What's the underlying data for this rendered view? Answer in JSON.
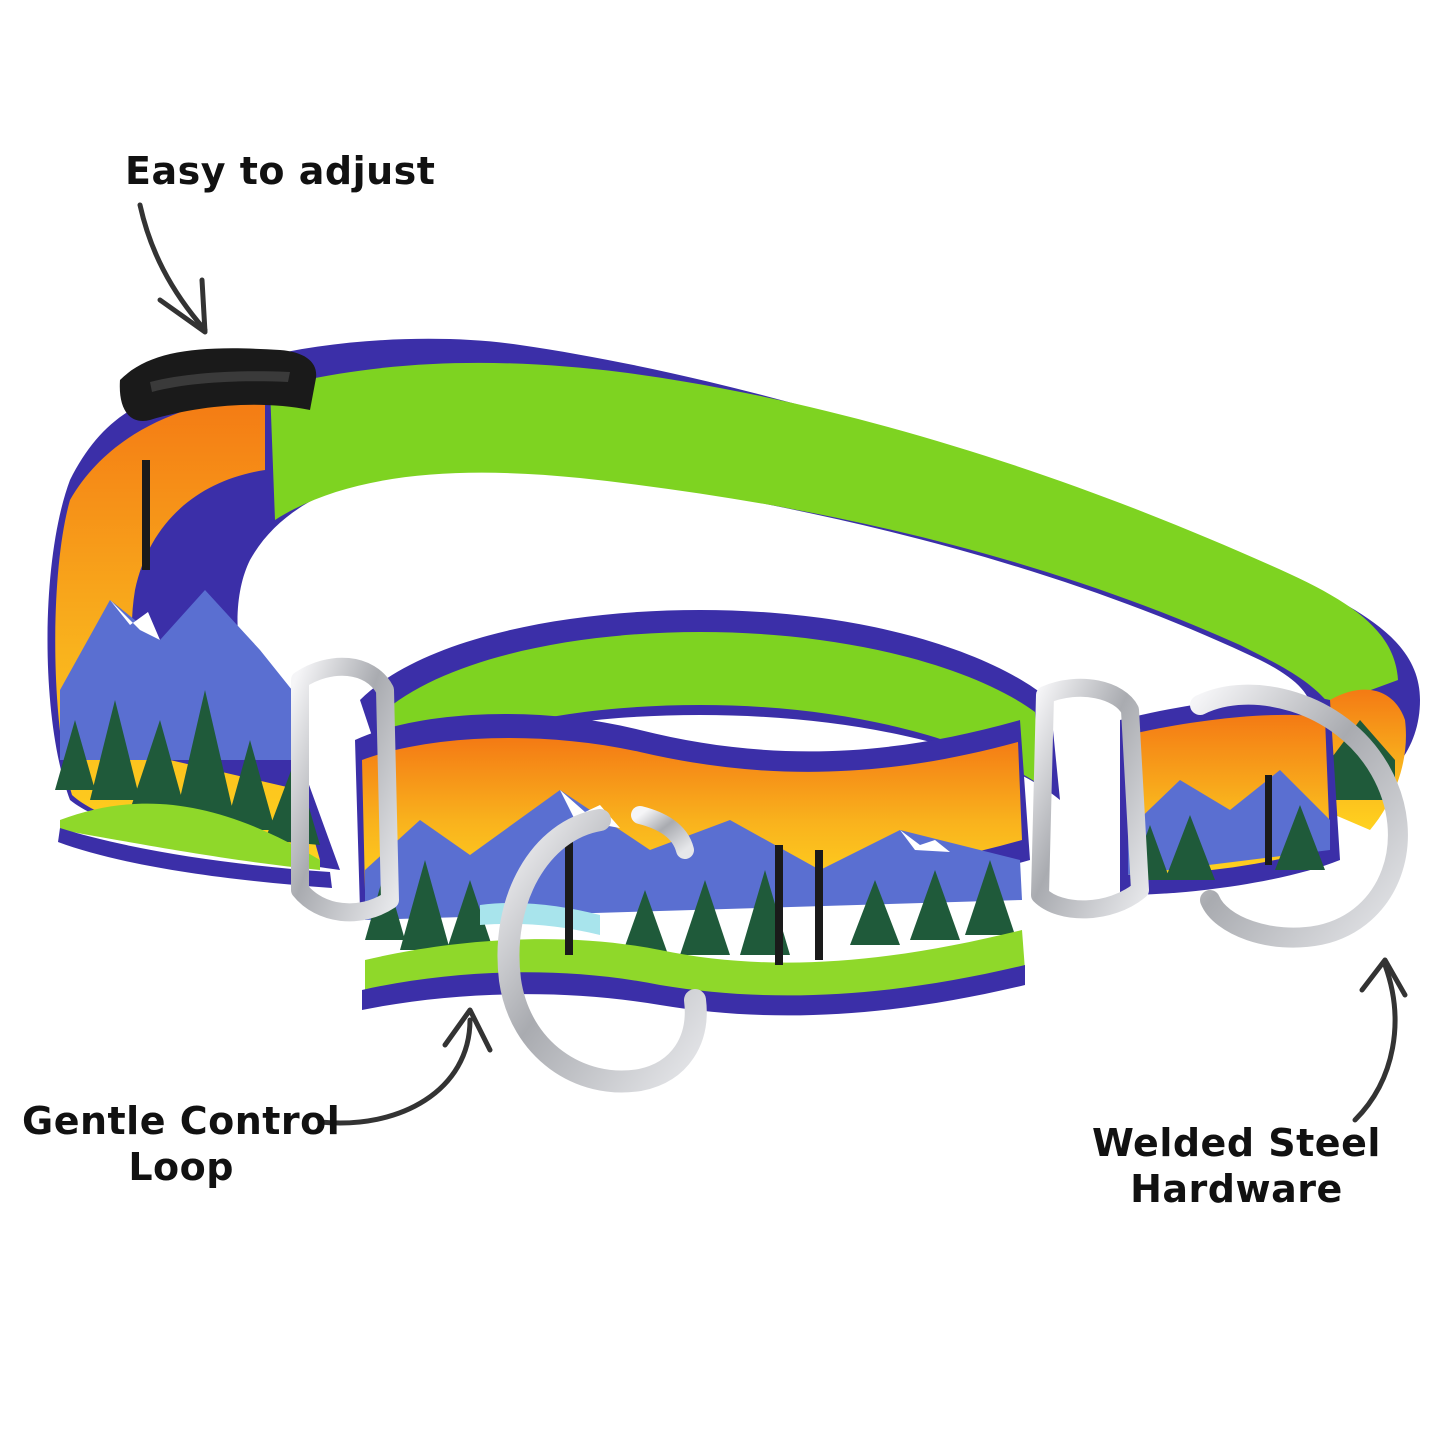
{
  "callouts": {
    "adjust": {
      "text": "Easy to adjust"
    },
    "loop": {
      "line1": "Gentle Control",
      "line2": "Loop"
    },
    "steel": {
      "line1": "Welded Steel",
      "line2": "Hardware"
    }
  },
  "colors": {
    "background": "#ffffff",
    "webbing_inner_green": "#7ed321",
    "webbing_edge_purple": "#3b2fa8",
    "sky_orange": "#f7a21b",
    "sky_yellow": "#ffd21f",
    "tree_dark_green": "#1f5a3a",
    "tree_light_green": "#8fd82a",
    "mountain_blue": "#5a6fd1",
    "buckle_black": "#1a1a1a",
    "ring_steel": "#c9c9cc"
  },
  "icons": {
    "adjust_arrow": "curved-arrow-down-right",
    "loop_arrow": "curved-arrow-up-right",
    "steel_arrow": "curved-arrow-up"
  }
}
